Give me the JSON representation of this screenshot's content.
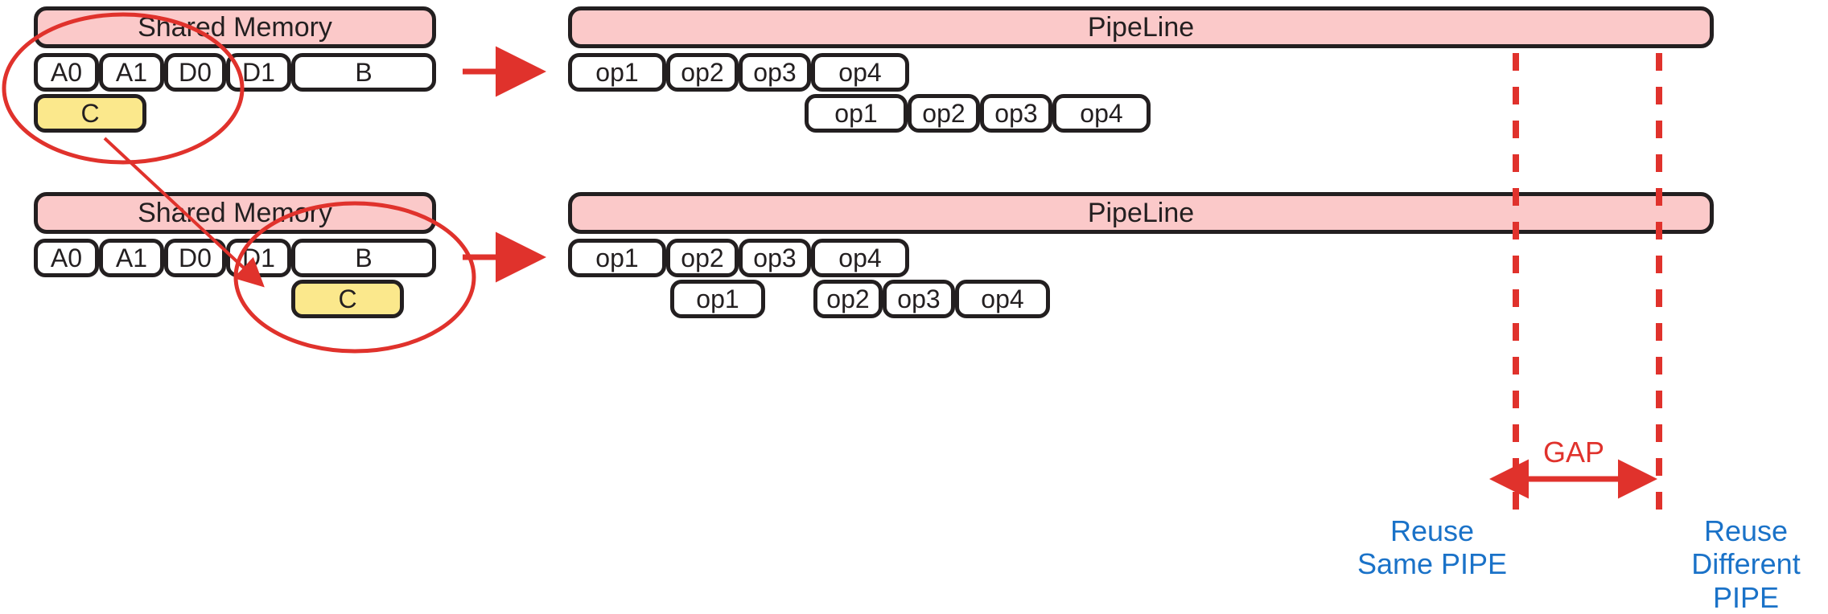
{
  "colors": {
    "memory_fill": "#fbc9c9",
    "highlight_fill": "#fbe88c",
    "box_stroke": "#231f20",
    "accent_red": "#e0322c",
    "label_blue": "#1a72c8",
    "page_bg": "#ffffff"
  },
  "panels": {
    "top_left": {
      "header": "Shared Memory",
      "slots": [
        "A0",
        "A1",
        "D0",
        "D1",
        "B"
      ],
      "highlight": {
        "label": "C"
      }
    },
    "bottom_left": {
      "header": "Shared Memory",
      "slots": [
        "A0",
        "A1",
        "D0",
        "D1",
        "B"
      ],
      "highlight": {
        "label": "C"
      }
    },
    "top_right": {
      "header": "PipeLine",
      "rows": [
        {
          "ops": [
            "op1",
            "op2",
            "op3",
            "op4"
          ]
        },
        {
          "ops": [
            "op1",
            "op2",
            "op3",
            "op4"
          ]
        }
      ]
    },
    "bottom_right": {
      "header": "PipeLine",
      "rows": [
        {
          "ops": [
            "op1",
            "op2",
            "op3",
            "op4"
          ]
        },
        {
          "ops": [
            "op1",
            "op2",
            "op3",
            "op4"
          ]
        }
      ]
    }
  },
  "annotations": {
    "gap_label": "GAP",
    "left_marker": {
      "line1": "Reuse",
      "line2": "Same PIPE"
    },
    "right_marker": {
      "line1": "Reuse",
      "line2": "Different PIPE"
    }
  }
}
